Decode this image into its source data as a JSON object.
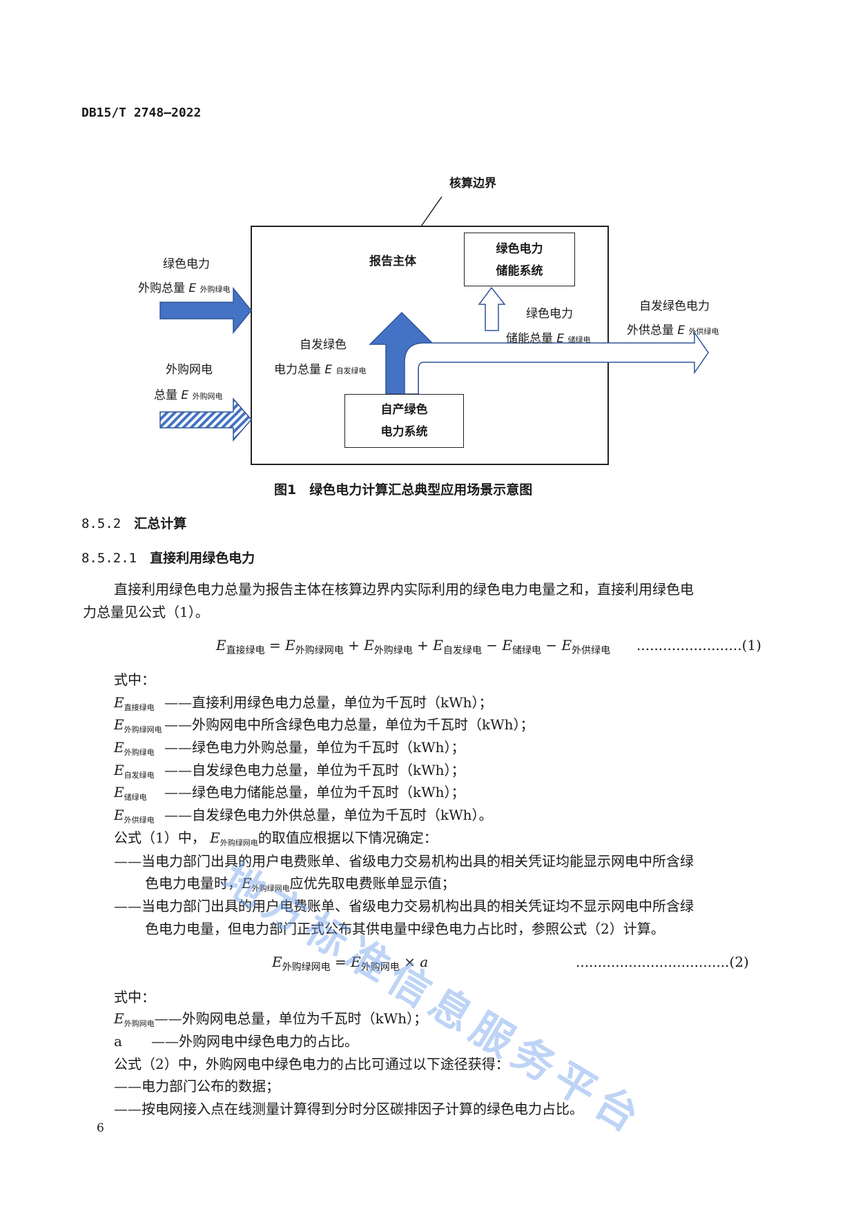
{
  "header": {
    "doc_id": "DB15/T 2748—2022"
  },
  "figure": {
    "boundary_label": "核算边界",
    "entity_label": "报告主体",
    "storage_box": [
      "绿色电力",
      "储能系统"
    ],
    "selfgen_box": [
      "自产绿色",
      "电力系统"
    ],
    "purchased_green": {
      "line1": "绿色电力",
      "line2": "外购总量",
      "sym": "E",
      "sub": "外购绿电"
    },
    "purchased_grid": {
      "line1": "外购网电",
      "line2": "总量",
      "sym": "E",
      "sub": "外购网电"
    },
    "selfgen_total": {
      "line1": "自发绿色",
      "line2": "电力总量",
      "sym": "E",
      "sub": "自发绿电"
    },
    "storage_total": {
      "line1": "绿色电力",
      "line2": "储能总量",
      "sym": "E",
      "sub": "储绿电"
    },
    "export_total": {
      "line1": "自发绿色电力",
      "line2": "外供总量",
      "sym": "E",
      "sub": "外供绿电"
    },
    "caption": "图1　绿色电力计算汇总典型应用场景示意图",
    "colors": {
      "arrow_fill": "#4472c4",
      "arrow_stroke": "#2f5597"
    }
  },
  "section": {
    "num": "8.5.2",
    "title": "汇总计算"
  },
  "subsection": {
    "num": "8.5.2.1",
    "title": "直接利用绿色电力"
  },
  "para1": [
    "直接利用绿色电力总量为报告主体在核算边界内实际利用的绿色电力电量之和，直接利用绿色电",
    "力总量见公式（1）。"
  ],
  "formula1": {
    "lhs_sub": "直接绿电",
    "terms": [
      {
        "op": "=",
        "sub": "外购绿网电"
      },
      {
        "op": "+",
        "sub": "外购绿电"
      },
      {
        "op": "+",
        "sub": "自发绿电"
      },
      {
        "op": "−",
        "sub": "储绿电"
      },
      {
        "op": "−",
        "sub": "外供绿电"
      }
    ],
    "sym": "E",
    "dots": "........................",
    "number": "(1)"
  },
  "where_label": "式中：",
  "defs1": [
    {
      "sub": "直接绿电",
      "desc": "——直接利用绿色电力总量，单位为千瓦时（kWh）；"
    },
    {
      "sub": "外购绿网电",
      "desc": "——外购网电中所含绿色电力总量，单位为千瓦时（kWh）；"
    },
    {
      "sub": "外购绿电",
      "desc": "——绿色电力外购总量，单位为千瓦时（kWh）；"
    },
    {
      "sub": "自发绿电",
      "desc": "——自发绿色电力总量，单位为千瓦时（kWh）；"
    },
    {
      "sub": "储绿电",
      "desc": "——绿色电力储能总量，单位为千瓦时（kWh）；"
    },
    {
      "sub": "外供绿电",
      "desc": "——自发绿色电力外供总量，单位为千瓦时（kWh）。"
    }
  ],
  "note1": {
    "prefix": "公式（1）中，",
    "sub": "外购绿网电",
    "suffix": "的取值应根据以下情况确定："
  },
  "bullets1": [
    {
      "line1": "——当电力部门出具的用户电费账单、省级电力交易机构出具的相关凭证均能显示网电中所含绿",
      "line2_pre": "色电力电量时，",
      "line2_sub": "外购绿网电",
      "line2_post": "应优先取电费账单显示值；"
    },
    {
      "line1": "——当电力部门出具的用户电费账单、省级电力交易机构出具的相关凭证均不显示网电中所含绿",
      "line2": "色电力电量，但电力部门正式公布其供电量中绿色电力占比时，参照公式（2）计算。"
    }
  ],
  "formula2": {
    "lhs_sub": "外购绿网电",
    "rhs_sub": "外购网电",
    "op": "×",
    "factor": "a",
    "sym": "E",
    "dots": "...................................",
    "number": "(2)"
  },
  "where_label2": "式中：",
  "defs2": [
    {
      "sym": "E",
      "sub": "外购网电",
      "desc": "——外购网电总量，单位为千瓦时（kWh）；"
    },
    {
      "sym": "a",
      "sub": "",
      "desc": "——外购网电中绿色电力的占比。"
    }
  ],
  "note2": "公式（2）中，外购网电中绿色电力的占比可通过以下途径获得：",
  "bullets2": [
    "——电力部门公布的数据；",
    "——按电网接入点在线测量计算得到分时分区碳排因子计算的绿色电力占比。"
  ],
  "page_number": "6",
  "watermark": "地方标准信息服务平台"
}
